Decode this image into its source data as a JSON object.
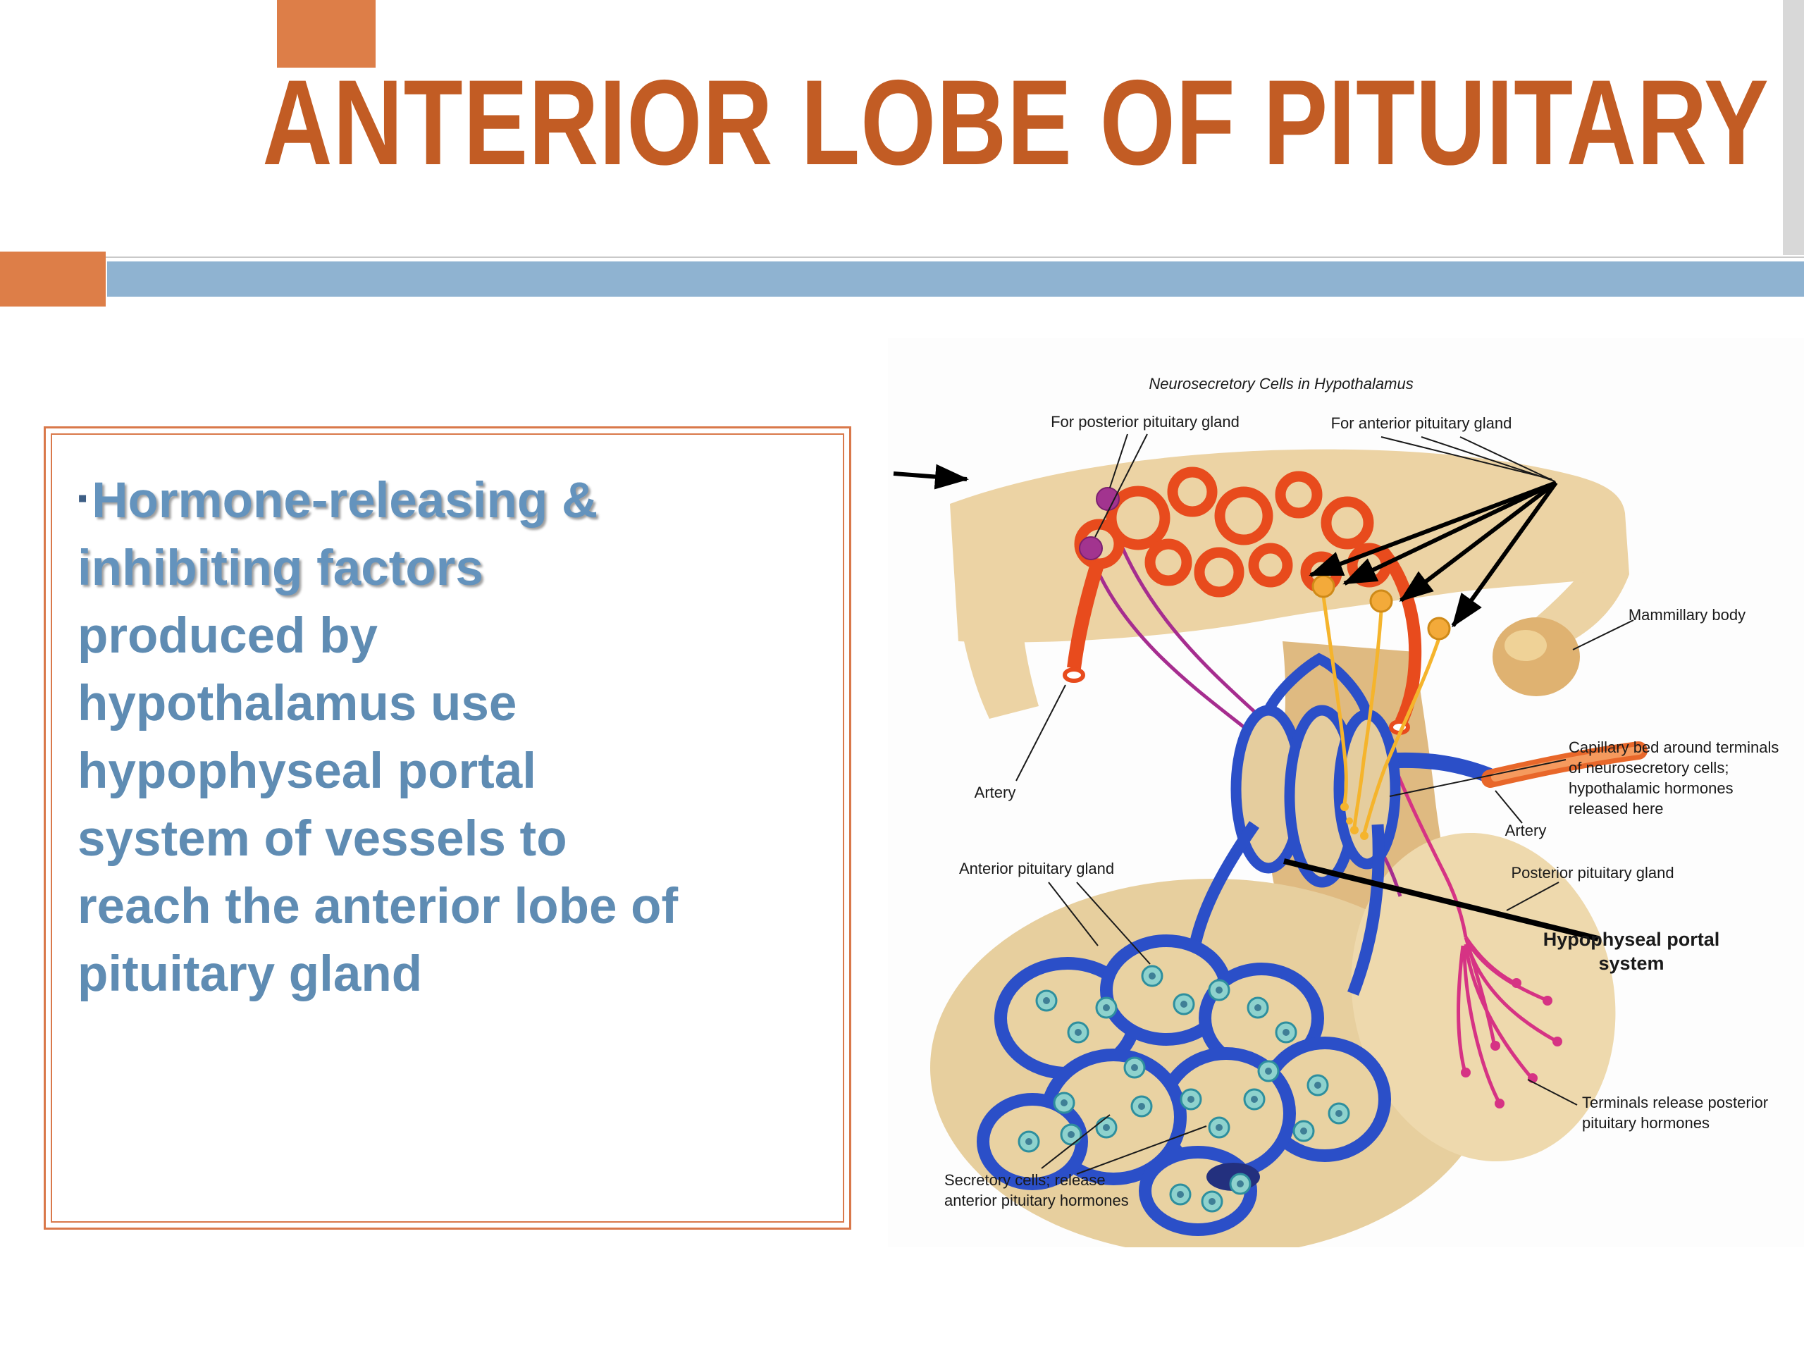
{
  "slide": {
    "title": "ANTERIOR LOBE OF PITUITARY",
    "bullet": "▪",
    "body_lines": [
      "Hormone-releasing &",
      "inhibiting factors",
      "produced by",
      "hypothalamus use",
      "hypophyseal portal",
      "system of vessels to",
      "reach the anterior lobe of",
      "pituitary gland"
    ],
    "colors": {
      "accent_orange": "#dd7e48",
      "title_orange": "#c25c24",
      "bar_blue": "#8fb3d1",
      "body_text_blue": "#5f8cb3",
      "box_border_orange": "#d9784a",
      "capillary_red": "#e84b1d",
      "portal_blue": "#2b4fc8",
      "terminal_pink": "#d63384",
      "neuron_yellow": "#f3aa3a",
      "cell_purple": "#a2348f",
      "tissue_tan": "#ecd3a4"
    },
    "diagram": {
      "labels": {
        "neurosecretory": "Neurosecretory Cells in Hypothalamus",
        "for_posterior": "For posterior pituitary gland",
        "for_anterior": "For anterior pituitary gland",
        "mammillary_body": "Mammillary body",
        "capillary_bed": [
          "Capillary bed around terminals",
          "of neurosecretory cells;",
          "hypothalamic hormones",
          "released here"
        ],
        "artery_left": "Artery",
        "artery_right": "Artery",
        "anterior_pituitary": "Anterior pituitary gland",
        "posterior_pituitary": "Posterior pituitary gland",
        "hypophyseal_portal": [
          "Hypophyseal portal",
          "system"
        ],
        "terminals": [
          "Terminals release posterior",
          "pituitary hormones"
        ],
        "secretory": [
          "Secretory cells; release",
          "anterior pituitary hormones"
        ]
      }
    }
  }
}
